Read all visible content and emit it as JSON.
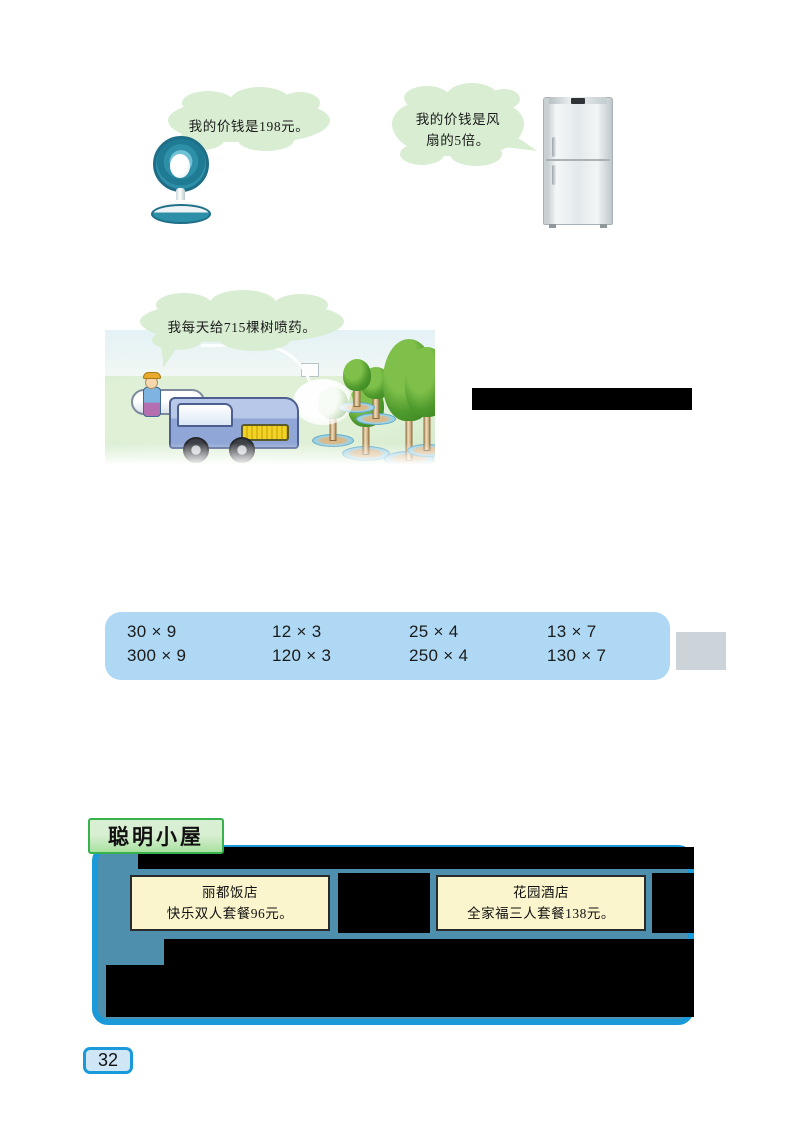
{
  "page": {
    "number": "32"
  },
  "illustrations": {
    "fan": "electric-fan",
    "fridge": "refrigerator",
    "truck": "spray-truck-orchard"
  },
  "bubbles": [
    {
      "id": "fan-price",
      "text": "我的价钱是198元。",
      "speaker": "fan",
      "color": "#d8edd2"
    },
    {
      "id": "fridge-price",
      "line1": "我的价钱是风",
      "line2": "扇的5倍。",
      "speaker": "refrigerator",
      "color": "#d8edd2"
    },
    {
      "id": "truck-trees",
      "text": "我每天给715棵树喷药。",
      "speaker": "truck-worker",
      "color": "#d8edd2"
    }
  ],
  "exercise_box": {
    "background": "#aed8f4",
    "rows": [
      [
        "30 × 9",
        "12 × 3",
        "25 × 4",
        "13 × 7"
      ],
      [
        "300 × 9",
        "120 × 3",
        "250 × 4",
        "130 × 7"
      ]
    ]
  },
  "smart_house": {
    "title": "聪明小屋",
    "border_color": "#1b9ad9",
    "inner_color": "#4e8fae",
    "cards": [
      {
        "name": "丽都饭店",
        "detail": "快乐双人套餐96元。"
      },
      {
        "name": "花园酒店",
        "detail": "全家福三人套餐138元。"
      }
    ]
  }
}
